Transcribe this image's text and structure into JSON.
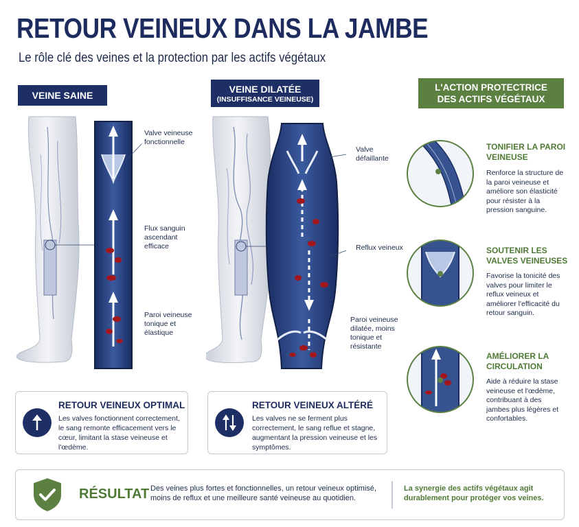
{
  "header": {
    "title": "RETOUR VEINEUX DANS LA JAMBE",
    "subtitle": "Le rôle clé des veines et la protection par les actifs végétaux"
  },
  "healthy": {
    "label": "VEINE SAINE",
    "annotations": {
      "valve": "Valve veineuse fonctionnelle",
      "flow": "Flux sanguin ascendant efficace",
      "wall": "Paroi veineuse tonique et élastique"
    },
    "summary": {
      "title": "RETOUR VEINEUX OPTIMAL",
      "text": "Les valves fonctionnent correctement, le sang remonte efficacement vers le cœur, limitant la stase veineuse et l'œdème."
    }
  },
  "dilated": {
    "label": "VEINE DILATÉE",
    "sublabel": "(INSUFFISANCE VEINEUSE)",
    "annotations": {
      "valve": "Valve défaillante",
      "reflux": "Reflux veineux",
      "wall": "Paroi veineuse dilatée, moins tonique et résistante"
    },
    "summary": {
      "title": "RETOUR VEINEUX ALTÉRÉ",
      "text": "Les valves ne se ferment plus correctement, le sang reflue et stagne, augmentant la pression veineuse et les symptômes."
    }
  },
  "actions": {
    "label": "L'ACTION PROTECTRICE DES ACTIFS VÉGÉTAUX",
    "items": [
      {
        "title": "TONIFIER LA PAROI VEINEUSE",
        "text": "Renforce la structure de la paroi veineuse et améliore son élasticité pour résister à la pression sanguine."
      },
      {
        "title": "SOUTENIR LES VALVES VEINEUSES",
        "text": "Favorise la tonicité des valves pour limiter le reflux veineux et améliorer l'efficacité du retour sanguin."
      },
      {
        "title": "AMÉLIORER LA CIRCULATION",
        "text": "Aide à réduire la stase veineuse et l'œdème, contribuant à des jambes plus légères et confortables."
      }
    ]
  },
  "result": {
    "label": "RÉSULTAT",
    "text": "Des veines plus fortes et fonctionnelles, un retour veineux optimisé, moins de reflux et une meilleure santé veineuse au quotidien.",
    "highlight": "La synergie des actifs végétaux agit durablement pour protéger vos veines."
  },
  "colors": {
    "navy": "#1e2f66",
    "green": "#5b8042",
    "blood": "#a3161c"
  }
}
